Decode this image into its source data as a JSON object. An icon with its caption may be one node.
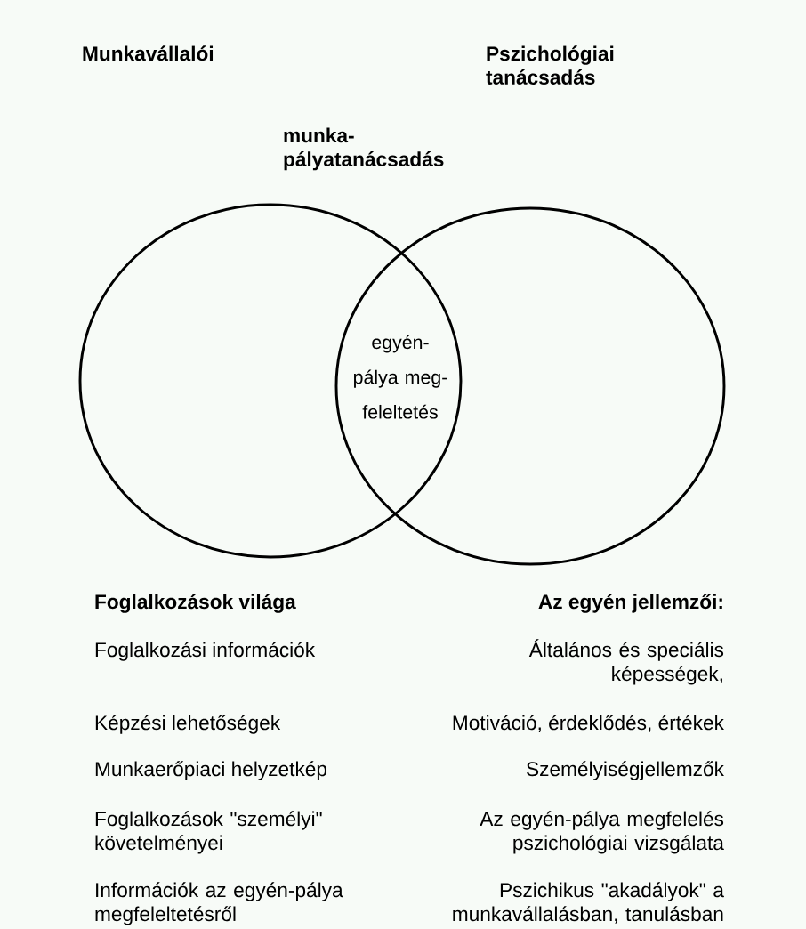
{
  "diagram": {
    "nodes": [
      {
        "text": [],
        "shape": "circle"
      },
      {
        "text": [],
        "shape": "circle"
      }
    ],
    "labels": [
      "Munkavállalói",
      "Pszichológiai tanácsadás",
      "munka- pályatanácsadás",
      "egyén- pálya meg- feleltetés",
      "Foglalkozások világa",
      "Az egyén jellemzői:",
      "Foglalkozási információk",
      "Általános és speciális képességek,",
      "Képzési lehetőségek",
      "Motiváció, érdeklődés, értékek",
      "Munkaerőpiaci helyzetkép",
      "Személyiségjellemzők",
      "Foglalkozások \"személyi\" követelményei",
      "Az egyén-pálya megfelelés pszichológiai vizsgálata",
      "Információk az egyén-pálya megfeleltetésről",
      "Pszichikus \"akadályok\" a munkavállalásban, tanulásban"
    ]
  }
}
